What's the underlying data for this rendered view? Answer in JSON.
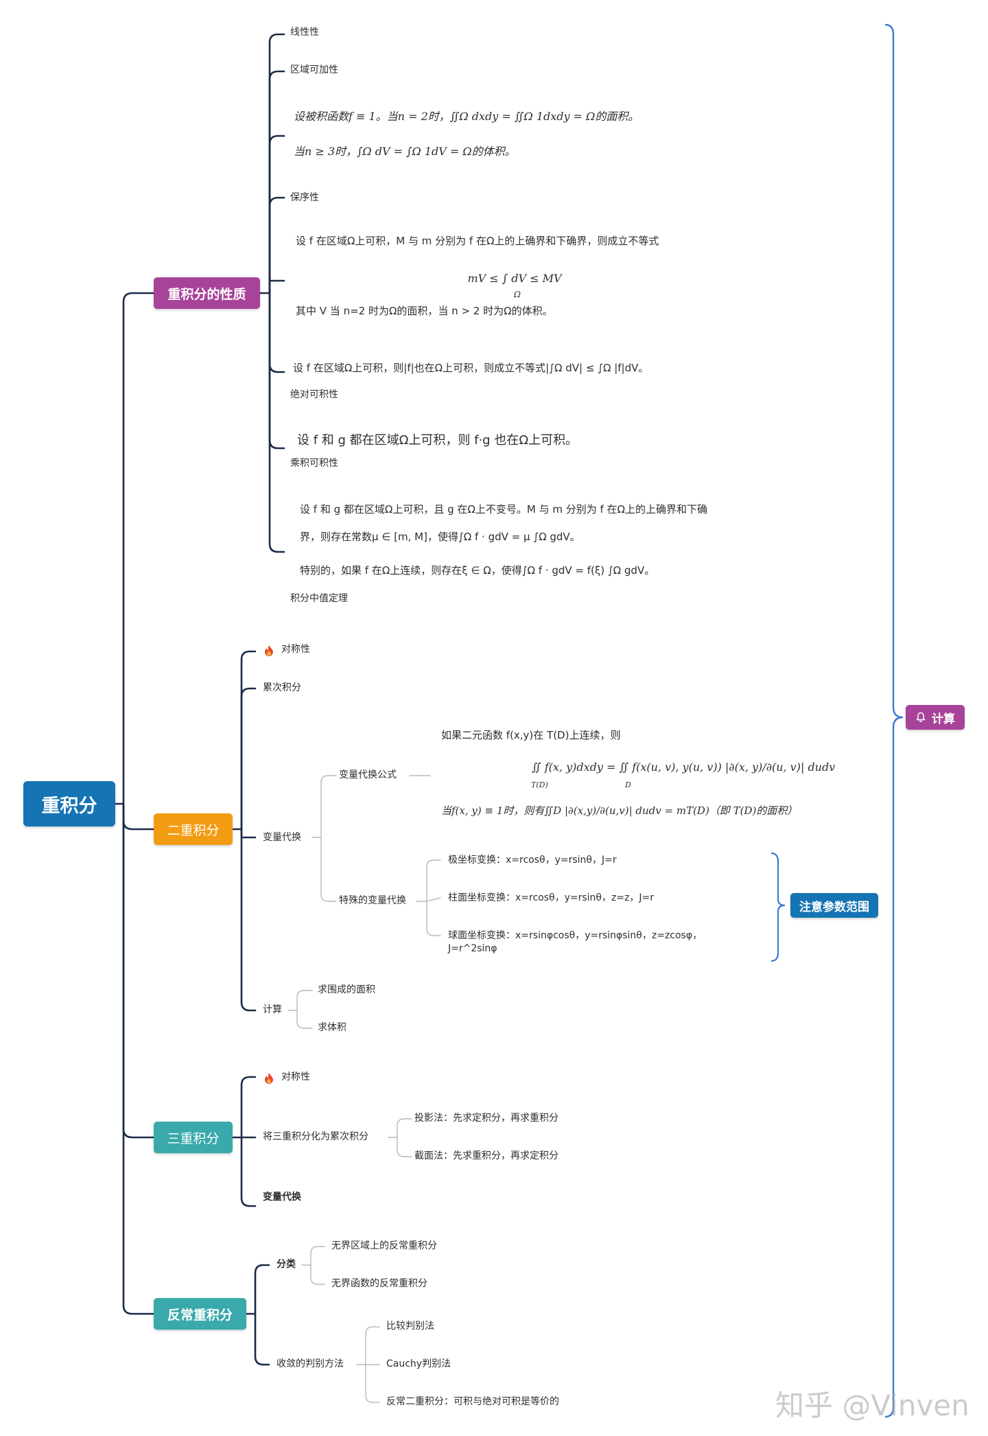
{
  "colors": {
    "line": "#1b2a47",
    "light_line": "#b8b8b8",
    "bracket": "#3a7bd5",
    "root": "#1474b4",
    "properties": "#a8439a",
    "double": "#f39c12",
    "triple": "#3aa9ab",
    "improper": "#3aa9ab",
    "note": "#1474b4",
    "calc": "#a8439a",
    "fire": "#e8472c"
  },
  "root": {
    "label": "重积分"
  },
  "properties": {
    "label": "重积分的性质",
    "linearity": "线性性",
    "additivity": "区域可加性",
    "measure_line1": "设被积函数f ≡ 1。当n = 2时，∬Ω dxdy = ∬Ω 1dxdy = Ω的面积。",
    "measure_line2": "当n ≥ 3时，∫Ω dV = ∫Ω 1dV = Ω的体积。",
    "order": "保序性",
    "order_desc1": "设 f 在区域Ω上可积，M 与 m 分别为 f 在Ω上的上确界和下确界，则成立不等式",
    "order_formula": "mV ≤ ∫ dV ≤ MV",
    "order_formula_sub": "Ω",
    "order_desc2": "其中 V 当 n=2 时为Ω的面积，当 n > 2 时为Ω的体积。",
    "abs_desc": "设 f 在区域Ω上可积，则|f|也在Ω上可积，则成立不等式|∫Ω dV| ≤ ∫Ω |f|dV。",
    "abs_label": "绝对可积性",
    "product_desc": "设 f 和 g 都在区域Ω上可积，则 f·g 也在Ω上可积。",
    "product_label": "乘积可积性",
    "mvt_desc1": "设 f 和 g 都在区域Ω上可积，且 g 在Ω上不变号。M 与 m 分别为 f 在Ω上的上确界和下确",
    "mvt_desc2": "界，则存在常数μ ∈ [m, M]，使得∫Ω f · gdV = μ ∫Ω gdV。",
    "mvt_desc3": "特别的，如果 f 在Ω上连续，则存在ξ ∈ Ω，使得∫Ω f · gdV = f(ξ) ∫Ω gdV。",
    "mvt_label": "积分中值定理"
  },
  "double": {
    "label": "二重积分",
    "symmetry": "对称性",
    "iterated": "累次积分",
    "substitution": "变量代换",
    "formula_label": "变量代换公式",
    "formula_intro": "如果二元函数 f(x,y)在 T(D)上连续，则",
    "formula_main": "∬ f(x, y)dxdy = ∬ f(x(u, v), y(u, v)) |∂(x, y)/∂(u, v)| dudv",
    "formula_sub_left": "T(D)",
    "formula_sub_right": "D",
    "formula_note": "当f(x, y) ≡ 1时，则有∬D |∂(x,y)/∂(u,v)| dudv = mT(D)（即 T(D)的面积）",
    "special_label": "特殊的变量代换",
    "polar": "极坐标变换：x=rcosθ，y=rsinθ，J=r",
    "cylindrical": "柱面坐标变换：x=rcosθ，y=rsinθ，z=z，J=r",
    "spherical_line1": "球面坐标变换：x=rsinφcosθ，y=rsinφsinθ，z=zcosφ，",
    "spherical_line2": "J=r^2sinφ",
    "note": "注意参数范围",
    "calc": "计算",
    "area": "求围成的面积",
    "volume": "求体积"
  },
  "triple": {
    "label": "三重积分",
    "symmetry": "对称性",
    "reduce": "将三重积分化为累次积分",
    "projection": "投影法：先求定积分，再求重积分",
    "section": "截面法：先求重积分，再求定积分",
    "substitution": "变量代换"
  },
  "improper": {
    "label": "反常重积分",
    "classify": "分类",
    "unbounded_region": "无界区域上的反常重积分",
    "unbounded_function": "无界函数的反常重积分",
    "convergence": "收敛的判别方法",
    "comparison": "比较判别法",
    "cauchy": "Cauchy判别法",
    "equivalence": "反常二重积分：可积与绝对可积是等价的"
  },
  "summary": {
    "label": "计算",
    "icon": "bell-icon"
  },
  "watermark": "知乎 @Vinven"
}
